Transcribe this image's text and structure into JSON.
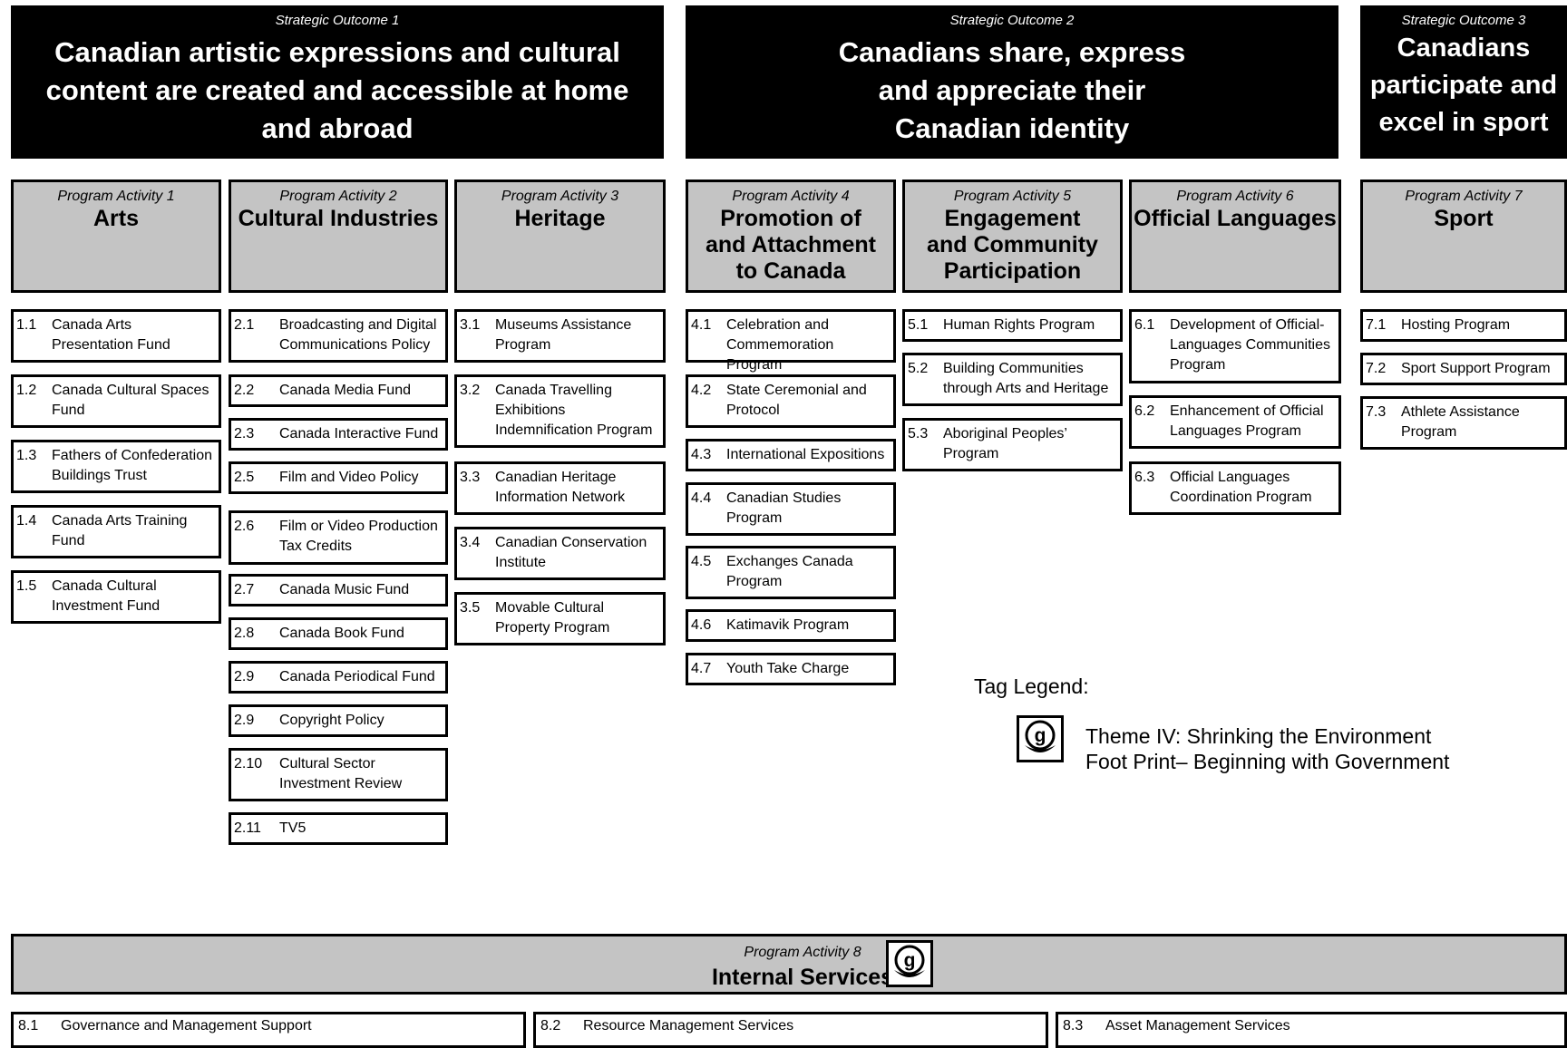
{
  "strategic_outcomes": [
    {
      "label": "Strategic Outcome 1",
      "title": "Canadian artistic expressions and cultural content are created and accessible at home and abroad"
    },
    {
      "label": "Strategic Outcome 2",
      "title": "Canadians share, express and appreciate their Canadian identity"
    },
    {
      "label": "Strategic Outcome 3",
      "title": "Canadians participate and excel in sport"
    }
  ],
  "program_activities": [
    {
      "label": "Program Activity 1",
      "title": "Arts",
      "items": [
        {
          "num": "1.1",
          "text": "Canada Arts Presentation Fund"
        },
        {
          "num": "1.2",
          "text": "Canada Cultural Spaces Fund"
        },
        {
          "num": "1.3",
          "text": "Fathers of Confederation Buildings Trust"
        },
        {
          "num": "1.4",
          "text": "Canada Arts Training Fund"
        },
        {
          "num": "1.5",
          "text": "Canada Cultural Investment Fund"
        }
      ]
    },
    {
      "label": "Program Activity 2",
      "title": "Cultural Industries",
      "items": [
        {
          "num": "2.1",
          "text": "Broadcasting and Digital Communications Policy"
        },
        {
          "num": "2.2",
          "text": "Canada Media Fund"
        },
        {
          "num": "2.3",
          "text": "Canada Interactive Fund"
        },
        {
          "num": "2.5",
          "text": "Film and Video Policy"
        },
        {
          "num": "2.6",
          "text": "Film or Video Production Tax Credits"
        },
        {
          "num": "2.7",
          "text": "Canada Music Fund"
        },
        {
          "num": "2.8",
          "text": "Canada Book Fund"
        },
        {
          "num": "2.9",
          "text": "Canada Periodical Fund"
        },
        {
          "num": "2.9",
          "text": "Copyright Policy"
        },
        {
          "num": "2.10",
          "text": "Cultural Sector Investment Review"
        },
        {
          "num": "2.11",
          "text": "TV5"
        }
      ]
    },
    {
      "label": "Program Activity 3",
      "title": "Heritage",
      "items": [
        {
          "num": "3.1",
          "text": "Museums Assistance Program"
        },
        {
          "num": "3.2",
          "text": "Canada Travelling Exhibitions Indemnification Program"
        },
        {
          "num": "3.3",
          "text": "Canadian Heritage Information Network"
        },
        {
          "num": "3.4",
          "text": "Canadian Conservation Institute"
        },
        {
          "num": "3.5",
          "text": "Movable Cultural Property Program"
        }
      ]
    },
    {
      "label": "Program Activity 4",
      "title": "Promotion of and Attachment to Canada",
      "items": [
        {
          "num": "4.1",
          "text": "Celebration and Commemoration Program"
        },
        {
          "num": "4.2",
          "text": "State Ceremonial and Protocol"
        },
        {
          "num": "4.3",
          "text": "International Expositions"
        },
        {
          "num": "4.4",
          "text": "Canadian Studies Program"
        },
        {
          "num": "4.5",
          "text": "Exchanges Canada Program"
        },
        {
          "num": "4.6",
          "text": "Katimavik Program"
        },
        {
          "num": "4.7",
          "text": "Youth Take Charge"
        }
      ]
    },
    {
      "label": "Program Activity 5",
      "title": "Engagement and Community Participation",
      "items": [
        {
          "num": "5.1",
          "text": "Human Rights Program"
        },
        {
          "num": "5.2",
          "text": "Building Communities through Arts and Heritage"
        },
        {
          "num": "5.3",
          "text": "Aboriginal Peoples’ Program"
        }
      ]
    },
    {
      "label": "Program Activity 6",
      "title": "Official Languages",
      "items": [
        {
          "num": "6.1",
          "text": "Development of Official-Languages Communities Program"
        },
        {
          "num": "6.2",
          "text": "Enhancement of Official Languages Program"
        },
        {
          "num": "6.3",
          "text": "Official Languages Coordination Program"
        }
      ]
    },
    {
      "label": "Program Activity 7",
      "title": "Sport",
      "items": [
        {
          "num": "7.1",
          "text": "Hosting Program"
        },
        {
          "num": "7.2",
          "text": "Sport Support Program"
        },
        {
          "num": "7.3",
          "text": "Athlete Assistance Program"
        }
      ]
    },
    {
      "label": "Program Activity 8",
      "title": "Internal Services",
      "items": [
        {
          "num": "8.1",
          "text": "Governance and Management Support"
        },
        {
          "num": "8.2",
          "text": "Resource Management Services"
        },
        {
          "num": "8.3",
          "text": "Asset Management Services"
        }
      ]
    }
  ],
  "legend": {
    "title": "Tag Legend:",
    "badge_icon": "greening-g-icon",
    "line1": "Theme IV: Shrinking the Environment",
    "line2": "Foot Print– Beginning with Government"
  }
}
